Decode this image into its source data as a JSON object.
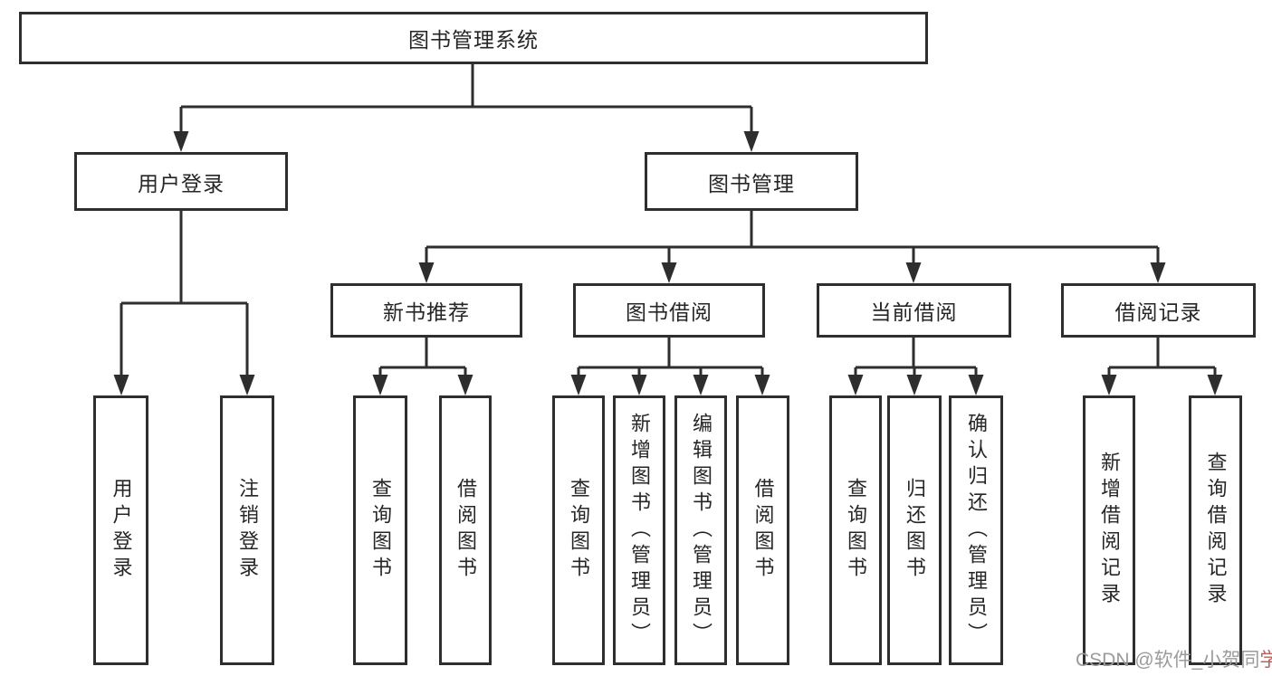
{
  "diagram": {
    "root": {
      "label": "图书管理系统"
    },
    "level2": [
      {
        "label": "用户登录"
      },
      {
        "label": "图书管理"
      }
    ],
    "level3": [
      {
        "label": "新书推荐"
      },
      {
        "label": "图书借阅"
      },
      {
        "label": "当前借阅"
      },
      {
        "label": "借阅记录"
      }
    ],
    "leaves": [
      {
        "label": "用户登录"
      },
      {
        "label": "注销登录"
      },
      {
        "label": "查询图书"
      },
      {
        "label": "借阅图书"
      },
      {
        "label": "查询图书"
      },
      {
        "label": "新增图书（管理员）"
      },
      {
        "label": "编辑图书（管理员）"
      },
      {
        "label": "借阅图书"
      },
      {
        "label": "查询图书"
      },
      {
        "label": "归还图书"
      },
      {
        "label": "确认归还（管理员）"
      },
      {
        "label": "新增借阅记录"
      },
      {
        "label": "查询借阅记录"
      }
    ]
  },
  "watermark": {
    "text_main": "CSDN @软件_小贺同",
    "text_accent": "学"
  },
  "colors": {
    "line": "#2e2e2e",
    "text": "#262626",
    "watermark": "#9b9b9b",
    "watermark_accent": "#b8605c"
  }
}
